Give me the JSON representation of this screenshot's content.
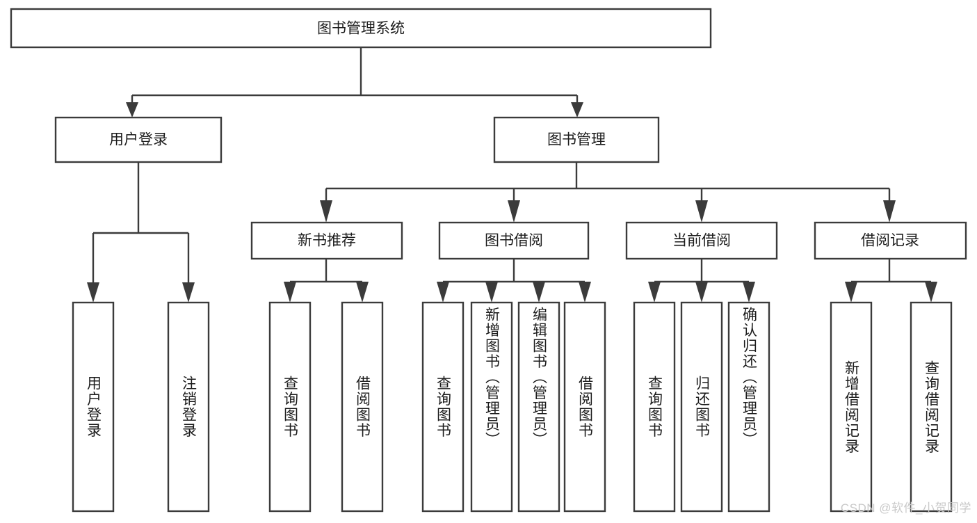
{
  "diagram": {
    "type": "tree",
    "title": "图书管理系统",
    "root": {
      "id": "root",
      "label": "图书管理系统",
      "orientation": "horizontal"
    },
    "level2": [
      {
        "id": "user-login",
        "label": "用户登录",
        "orientation": "horizontal"
      },
      {
        "id": "book-management",
        "label": "图书管理",
        "orientation": "horizontal"
      }
    ],
    "level3": [
      {
        "id": "new-book-recommend",
        "label": "新书推荐",
        "orientation": "horizontal",
        "parent": "book-management"
      },
      {
        "id": "book-borrow",
        "label": "图书借阅",
        "orientation": "horizontal",
        "parent": "book-management"
      },
      {
        "id": "current-borrow",
        "label": "当前借阅",
        "orientation": "horizontal",
        "parent": "book-management"
      },
      {
        "id": "borrow-record",
        "label": "借阅记录",
        "orientation": "horizontal",
        "parent": "book-management"
      }
    ],
    "leaves": [
      {
        "id": "leaf-user-login",
        "label": "用户登录",
        "orientation": "vertical",
        "parent": "user-login"
      },
      {
        "id": "leaf-logout-login",
        "label": "注销登录",
        "orientation": "vertical",
        "parent": "user-login"
      },
      {
        "id": "leaf-query-book-1",
        "label": "查询图书",
        "orientation": "vertical",
        "parent": "new-book-recommend"
      },
      {
        "id": "leaf-borrow-book-1",
        "label": "借阅图书",
        "orientation": "vertical",
        "parent": "new-book-recommend"
      },
      {
        "id": "leaf-query-book-2",
        "label": "查询图书",
        "orientation": "vertical",
        "parent": "book-borrow"
      },
      {
        "id": "leaf-add-book-admin",
        "label": "新增图书（管理员）",
        "orientation": "vertical",
        "parent": "book-borrow"
      },
      {
        "id": "leaf-edit-book-admin",
        "label": "编辑图书（管理员）",
        "orientation": "vertical",
        "parent": "book-borrow"
      },
      {
        "id": "leaf-borrow-book-2",
        "label": "借阅图书",
        "orientation": "vertical",
        "parent": "book-borrow"
      },
      {
        "id": "leaf-query-book-3",
        "label": "查询图书",
        "orientation": "vertical",
        "parent": "current-borrow"
      },
      {
        "id": "leaf-return-book",
        "label": "归还图书",
        "orientation": "vertical",
        "parent": "current-borrow"
      },
      {
        "id": "leaf-confirm-return-admin",
        "label": "确认归还（管理员）",
        "orientation": "vertical",
        "parent": "current-borrow"
      },
      {
        "id": "leaf-add-borrow-record",
        "label": "新增借阅记录",
        "orientation": "vertical",
        "parent": "borrow-record"
      },
      {
        "id": "leaf-query-borrow-record",
        "label": "查询借阅记录",
        "orientation": "vertical",
        "parent": "borrow-record"
      }
    ],
    "colors": {
      "stroke": "#3b3b3b",
      "fill": "#ffffff",
      "text": "#1b1b1b",
      "watermark": "#c9c9c9",
      "background": "#ffffff"
    }
  },
  "watermark": {
    "text": "CSDN @软件_小贺同学"
  }
}
